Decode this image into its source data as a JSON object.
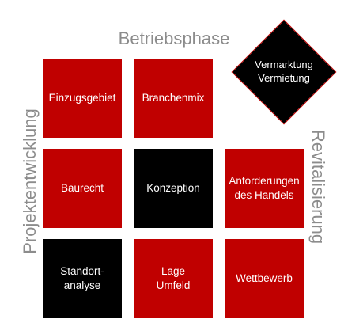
{
  "phases": {
    "top": "Betriebsphase",
    "left": "Projektentwicklung",
    "right": "Revitalisierung"
  },
  "diamond": {
    "line1": "Vermarktung",
    "line2": "Vermietung",
    "color": "#000000",
    "border": "#c00000"
  },
  "tiles": [
    {
      "id": "einzugsgebiet",
      "lines": [
        "Einzugsgebiet"
      ],
      "color": "#c00000"
    },
    {
      "id": "branchenmix",
      "lines": [
        "Branchenmix"
      ],
      "color": "#c00000"
    },
    {
      "id": "baurecht",
      "lines": [
        "Baurecht"
      ],
      "color": "#c00000"
    },
    {
      "id": "konzeption",
      "lines": [
        "Konzeption"
      ],
      "color": "#000000"
    },
    {
      "id": "anforderungen",
      "lines": [
        "Anforderungen",
        "des Handels"
      ],
      "color": "#c00000"
    },
    {
      "id": "standortanalyse",
      "lines": [
        "Standort-",
        "analyse"
      ],
      "color": "#000000"
    },
    {
      "id": "lage-umfeld",
      "lines": [
        "Lage",
        "Umfeld"
      ],
      "color": "#c00000"
    },
    {
      "id": "wettbewerb",
      "lines": [
        "Wettbewerb"
      ],
      "color": "#c00000"
    }
  ]
}
